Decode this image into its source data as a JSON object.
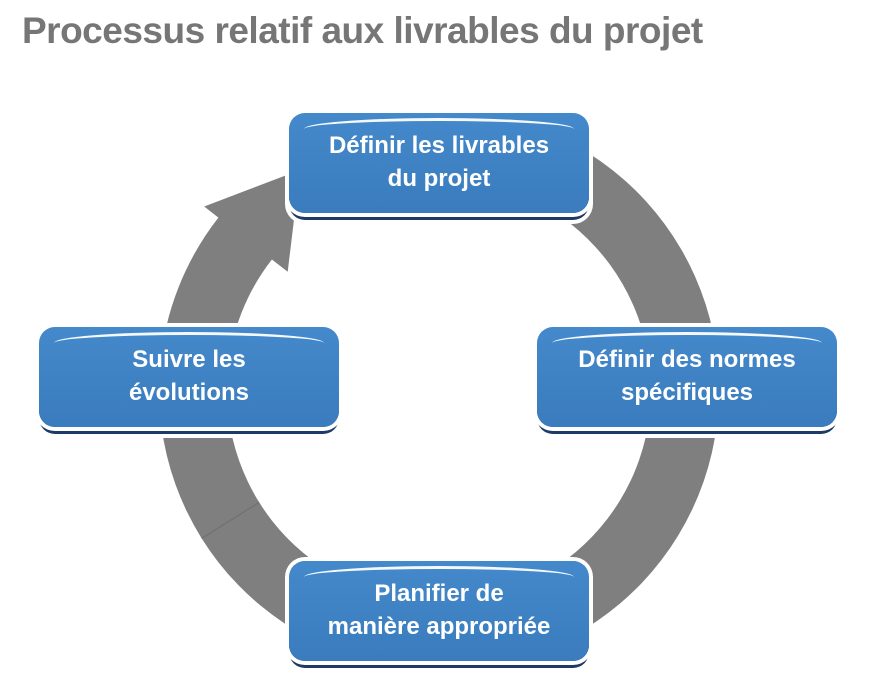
{
  "title": "Processus relatif aux livrables du projet",
  "theme": {
    "ring": "#7f7f7f",
    "box_fill_top": "#4489cb",
    "box_fill_bottom": "#3a7cbe",
    "box_shadow": "#1e3a66",
    "title_color": "#767676",
    "step_text": "#ffffff",
    "background": "#ffffff"
  },
  "diagram": {
    "type": "cycle",
    "direction": "clockwise",
    "steps": [
      {
        "position": "top",
        "label": "Définir les livrables du projet",
        "line1": "Définir les livrables",
        "line2": "du projet"
      },
      {
        "position": "right",
        "label": "Définir des normes spécifiques",
        "line1": "Définir des normes",
        "line2": "spécifiques"
      },
      {
        "position": "bottom",
        "label": "Planifier de manière appropriée",
        "line1": "Planifier de",
        "line2": "manière appropriée"
      },
      {
        "position": "left",
        "label": "Suivre les évolutions",
        "line1": "Suivre les",
        "line2": "évolutions"
      }
    ]
  }
}
